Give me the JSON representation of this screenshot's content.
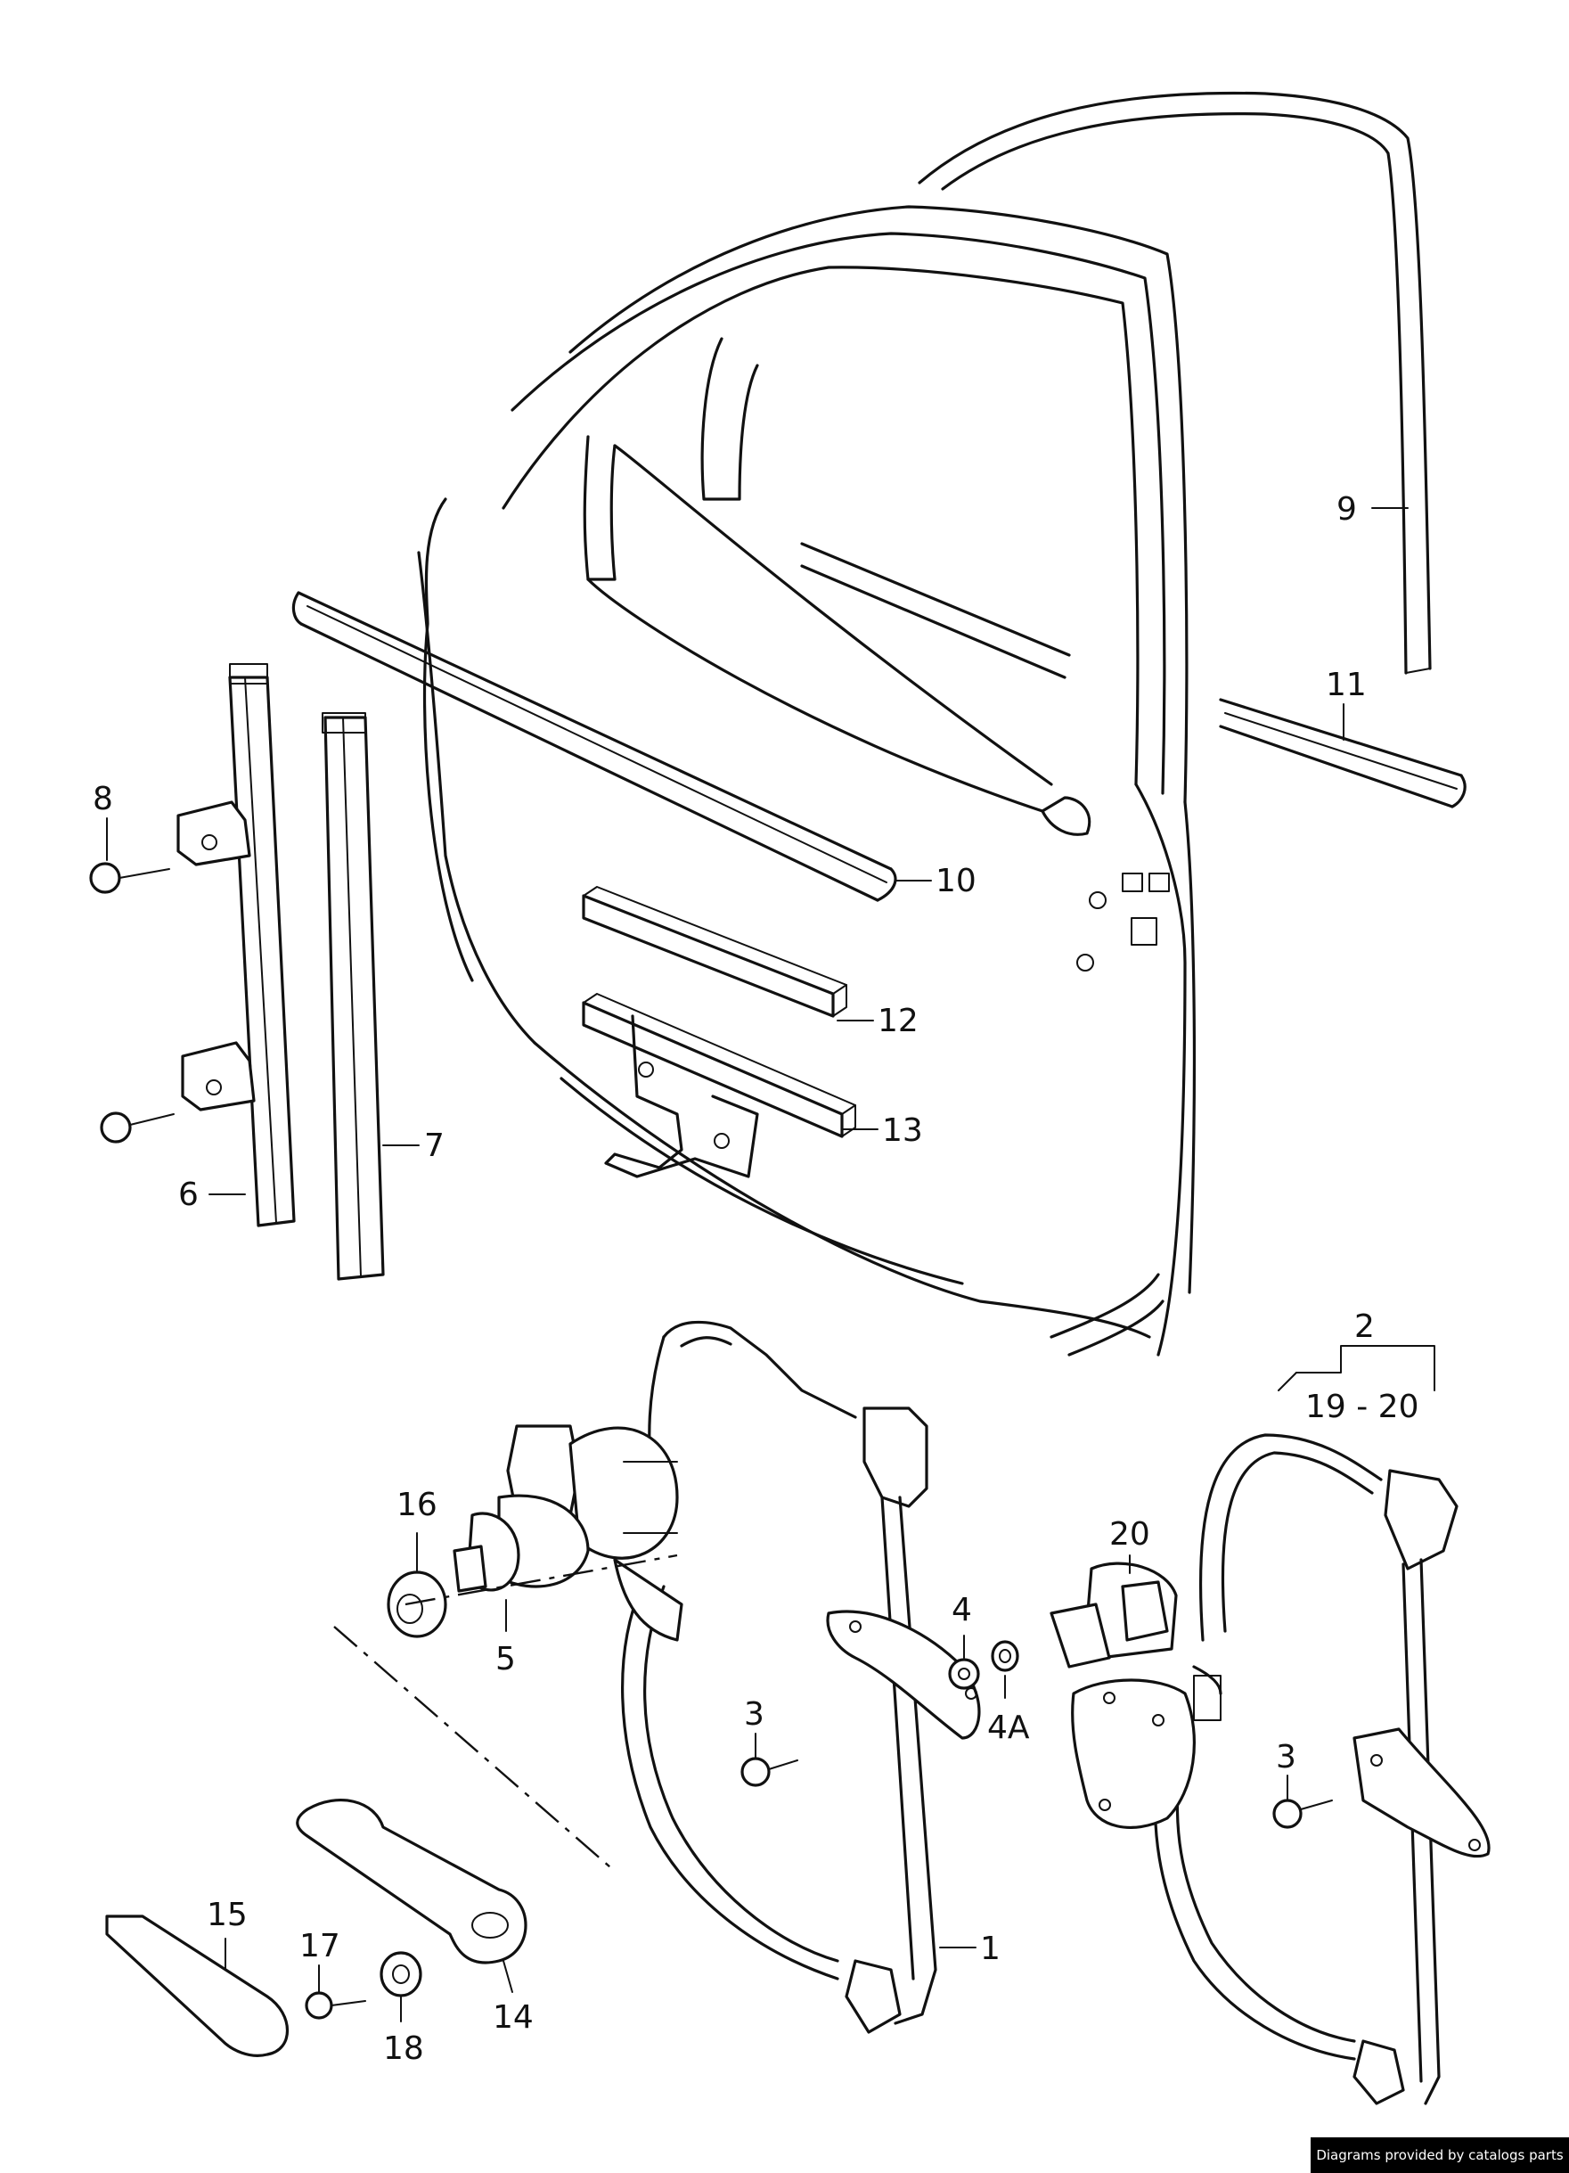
{
  "callouts": [
    {
      "id": "9",
      "label": "9"
    },
    {
      "id": "11",
      "label": "11"
    },
    {
      "id": "8",
      "label": "8"
    },
    {
      "id": "10",
      "label": "10"
    },
    {
      "id": "12",
      "label": "12"
    },
    {
      "id": "13",
      "label": "13"
    },
    {
      "id": "7",
      "label": "7"
    },
    {
      "id": "6",
      "label": "6"
    },
    {
      "id": "2",
      "label": "2"
    },
    {
      "id": "19-20",
      "label": "19 - 20"
    },
    {
      "id": "16",
      "label": "16"
    },
    {
      "id": "20",
      "label": "20"
    },
    {
      "id": "5",
      "label": "5"
    },
    {
      "id": "4",
      "label": "4"
    },
    {
      "id": "4A",
      "label": "4A"
    },
    {
      "id": "3a",
      "label": "3"
    },
    {
      "id": "3b",
      "label": "3"
    },
    {
      "id": "1",
      "label": "1"
    },
    {
      "id": "15",
      "label": "15"
    },
    {
      "id": "17",
      "label": "17"
    },
    {
      "id": "14",
      "label": "14"
    },
    {
      "id": "18",
      "label": "18"
    }
  ],
  "credit": "Diagrams provided by catalogs parts",
  "colors": {
    "ink": "#111111",
    "paper": "#ffffff",
    "credit_bg": "#000000",
    "credit_text": "#ffffff"
  }
}
